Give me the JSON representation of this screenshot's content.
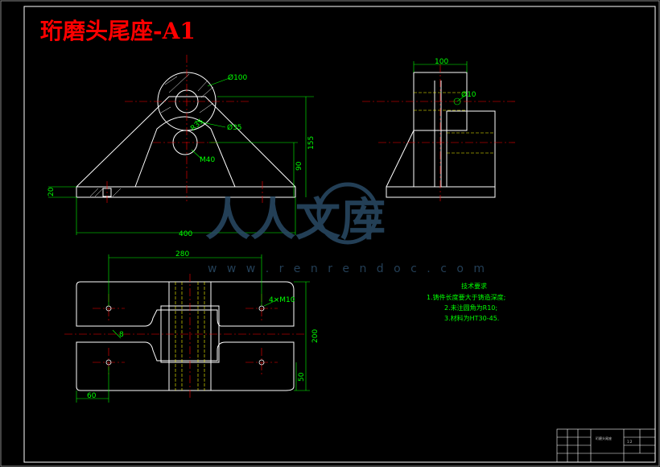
{
  "title": "珩磨头尾座-A1",
  "watermark": {
    "brand": "人人文库",
    "url": "w w w . r e n r e n d o c . c o m"
  },
  "front_view": {
    "dims": {
      "bore_outer": "Ø100",
      "bore_inner": "Ø35",
      "radius": "R35",
      "thread": "M40",
      "total_height": "155",
      "center_height": "90",
      "base_thickness": "20",
      "base_width": "400"
    }
  },
  "side_view": {
    "dims": {
      "width": "100",
      "hole": "Ø10"
    }
  },
  "plan_view": {
    "dims": {
      "hole_spacing": "280",
      "holes": "4×M10",
      "depth": "200",
      "half_depth": "50",
      "edge_offset": "60",
      "slot": "8"
    }
  },
  "notes": {
    "heading": "技术要求",
    "items": [
      "1.铸件长度要大于铸造深度;",
      "2.未注圆角为R10;",
      "3.材料为HT30-45."
    ]
  },
  "title_block": {
    "name": "珩磨头尾座",
    "scale": "1:2"
  },
  "colors": {
    "line": "#ffffff",
    "dim": "#00ff00",
    "center": "#ff0000",
    "hidden": "#ffff00",
    "frame": "#ffffff"
  }
}
